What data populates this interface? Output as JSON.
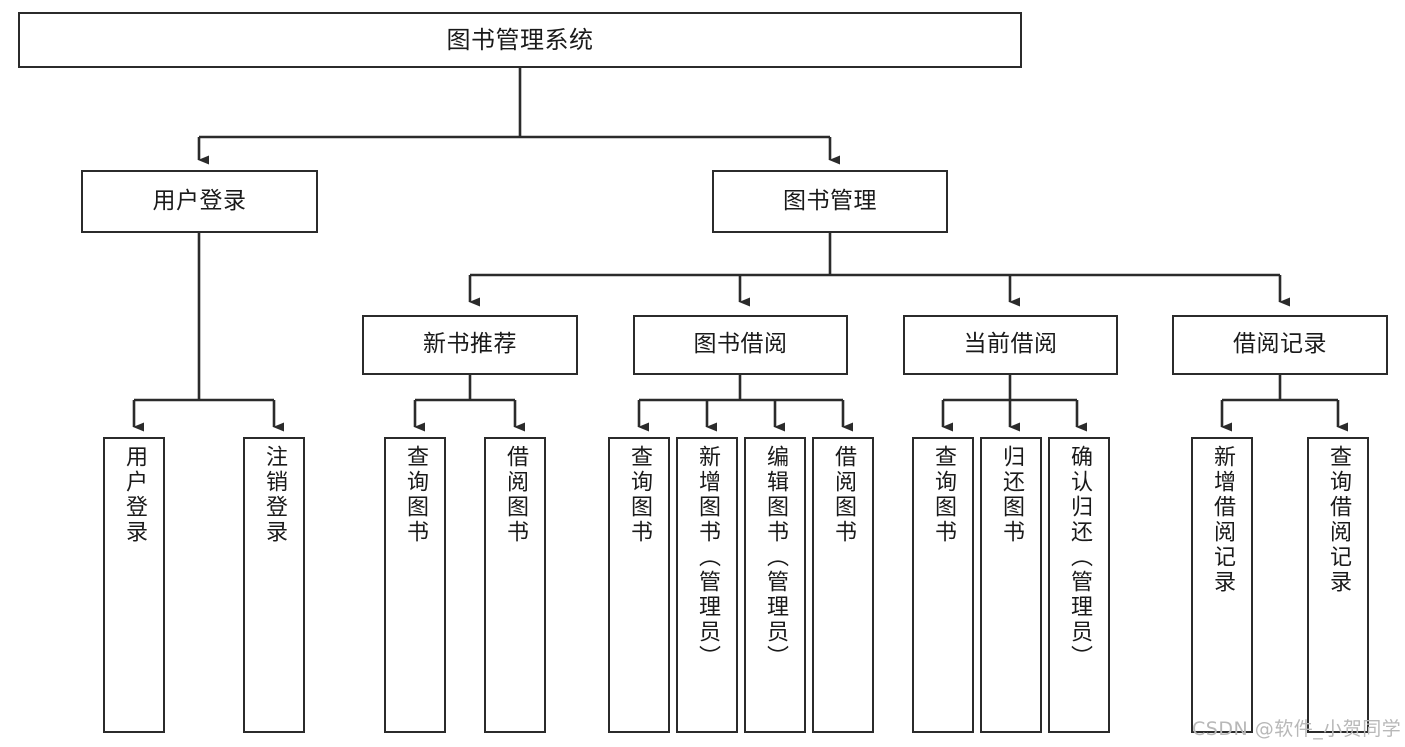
{
  "diagram": {
    "title": "图书管理系统",
    "type": "tree-hierarchy",
    "stroke_color": "#2b2b2b",
    "fill_color": "#ffffff",
    "text_color": "#1a1a1a"
  },
  "nodes": {
    "root": {
      "label": "图书管理系统",
      "level": 1
    },
    "level2": [
      {
        "label": "用户登录",
        "level": 2
      },
      {
        "label": "图书管理",
        "level": 2
      }
    ],
    "level3": [
      {
        "label": "新书推荐",
        "level": 3
      },
      {
        "label": "图书借阅",
        "level": 3
      },
      {
        "label": "当前借阅",
        "level": 3
      },
      {
        "label": "借阅记录",
        "level": 3
      }
    ],
    "leaves_user_login": [
      {
        "label": "用户登录"
      },
      {
        "label": "注销登录"
      }
    ],
    "leaves_new_book": [
      {
        "label": "查询图书"
      },
      {
        "label": "借阅图书"
      }
    ],
    "leaves_borrow": [
      {
        "label": "查询图书"
      },
      {
        "label": "新增图书（管理员）"
      },
      {
        "label": "编辑图书（管理员）"
      },
      {
        "label": "借阅图书"
      }
    ],
    "leaves_current": [
      {
        "label": "查询图书"
      },
      {
        "label": "归还图书"
      },
      {
        "label": "确认归还（管理员）"
      }
    ],
    "leaves_record": [
      {
        "label": "新增借阅记录"
      },
      {
        "label": "查询借阅记录"
      }
    ]
  },
  "watermark": {
    "text": "CSDN @软件_小贺同学"
  }
}
